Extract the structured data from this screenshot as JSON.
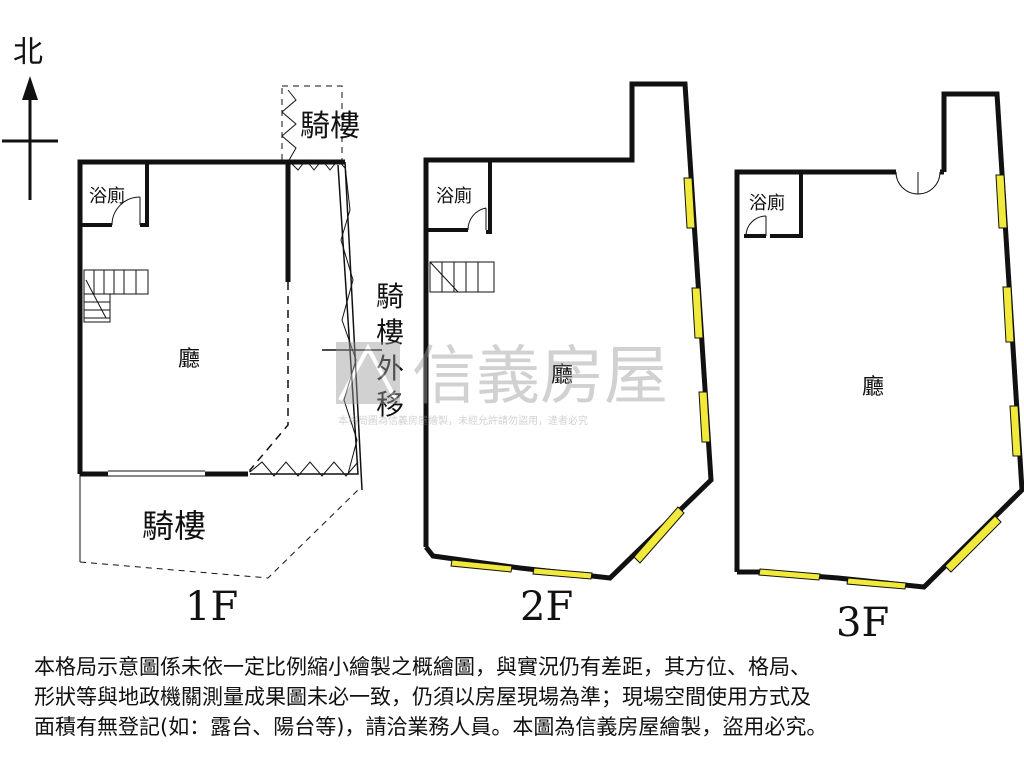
{
  "compass": {
    "north_label": "北"
  },
  "arcade_top_label": "騎樓",
  "arcade_front_label": "騎樓",
  "arcade_shift_label_chars": [
    "騎",
    "樓",
    "外",
    "移"
  ],
  "floors": [
    {
      "id": "1F",
      "label": "1F",
      "bath_label": "浴廁",
      "hall_label": "廳"
    },
    {
      "id": "2F",
      "label": "2F",
      "bath_label": "浴廁",
      "hall_label": "廳"
    },
    {
      "id": "3F",
      "label": "3F",
      "bath_label": "浴廁",
      "hall_label": "廳"
    }
  ],
  "watermark": {
    "brand": "信義房屋",
    "notice": "本格局圖為信義房屋繪製，未經允許請勿盜用，違者必究"
  },
  "colors": {
    "wall": "#111111",
    "window": "#f2ea3a",
    "watermark": "#9a9a9a"
  },
  "disclaimer_lines": [
    "本格局示意圖係未依一定比例縮小繪製之概繪圖，與實況仍有差距，其方位、格局、",
    "形狀等與地政機關測量成果圖未必一致，仍須以房屋現場為準；現場空間使用方式及",
    "面積有無登記(如：露台、陽台等)，請洽業務人員。本圖為信義房屋繪製，盜用必究。"
  ]
}
